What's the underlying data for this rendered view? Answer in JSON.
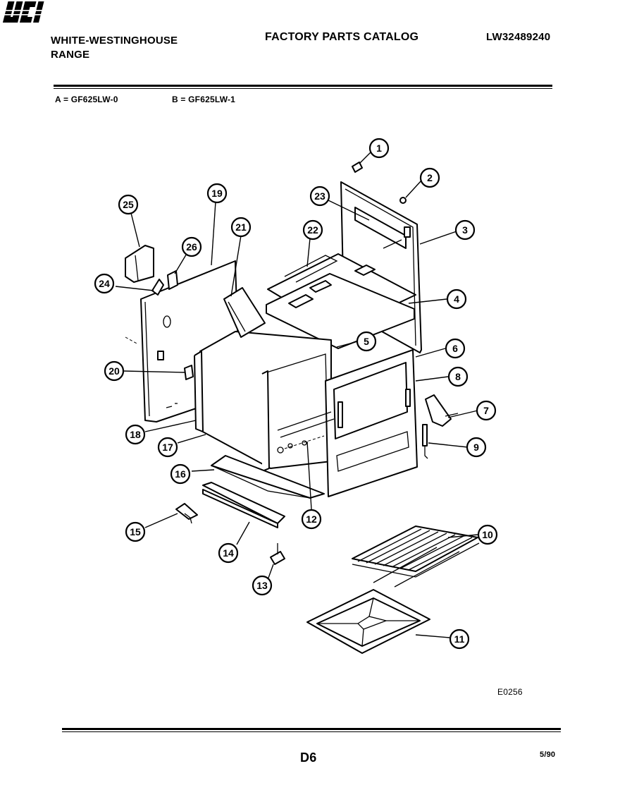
{
  "header": {
    "brand_line1": "WHITE-WESTINGHOUSE",
    "brand_line2": "RANGE",
    "logo_text": "WCI",
    "catalog_title": "FACTORY PARTS CATALOG",
    "catalog_number": "LW32489240"
  },
  "models": {
    "a": "A = GF625LW-0",
    "b": "B = GF625LW-1"
  },
  "diagram": {
    "code": "E0256",
    "callouts": [
      "1",
      "2",
      "3",
      "4",
      "5",
      "6",
      "7",
      "8",
      "9",
      "10",
      "11",
      "12",
      "13",
      "14",
      "15",
      "16",
      "17",
      "18",
      "19",
      "20",
      "21",
      "22",
      "23",
      "24",
      "25",
      "26"
    ]
  },
  "footer": {
    "page": "D6",
    "date": "5/90"
  }
}
